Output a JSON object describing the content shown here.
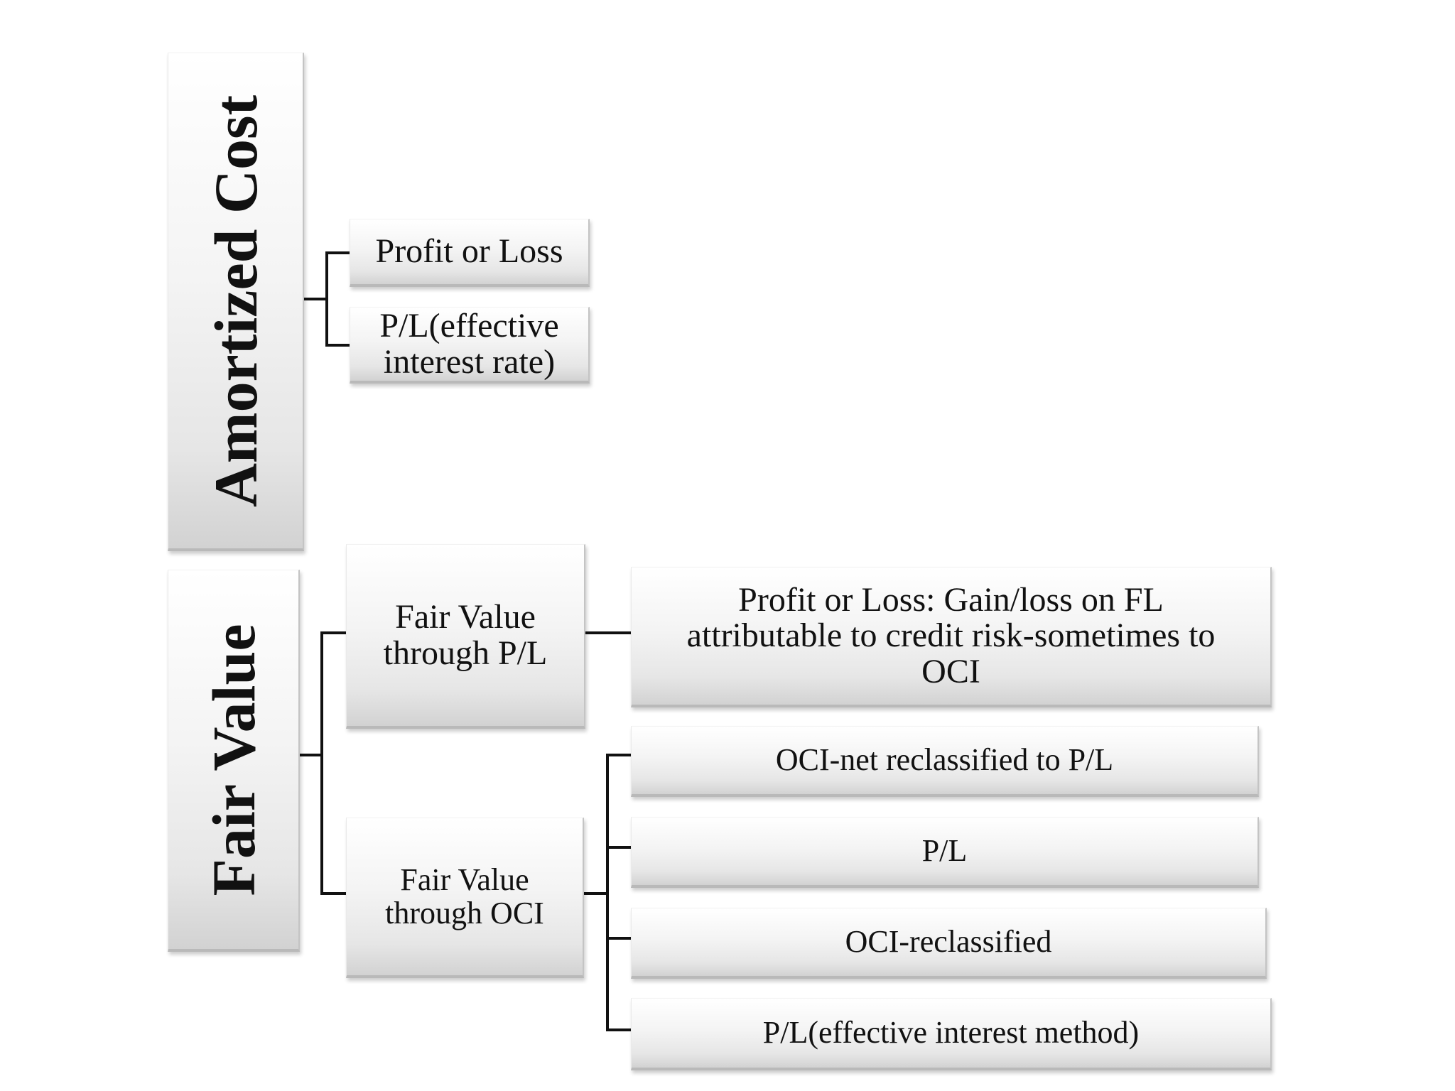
{
  "categories": {
    "amortized_cost": {
      "label": "Amortized Cost",
      "children": [
        "Profit or Loss",
        "P/L(effective interest rate)"
      ]
    },
    "fair_value": {
      "label": "Fair Value",
      "subcategories": {
        "fv_pl": {
          "label": "Fair Value through P/L",
          "children": [
            "Profit or Loss: Gain/loss on FL attributable to credit risk-sometimes to OCI"
          ]
        },
        "fv_oci": {
          "label": "Fair Value through OCI",
          "children": [
            "OCI-net reclassified to P/L",
            "P/L",
            "OCI-reclassified",
            "P/L(effective interest method)"
          ]
        }
      }
    }
  }
}
